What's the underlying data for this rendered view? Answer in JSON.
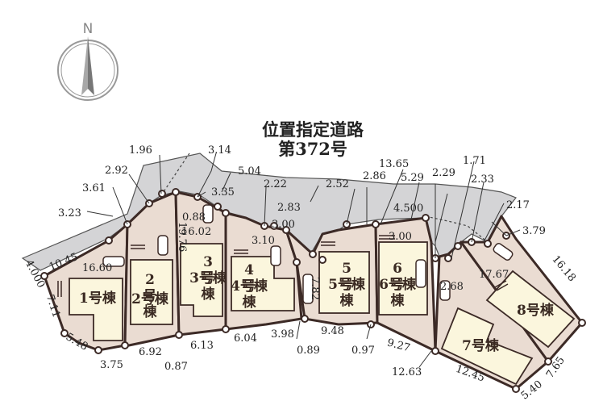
{
  "compass": {
    "label": "N"
  },
  "road": {
    "title_line1": "位置指定道路",
    "title_line2": "第372号"
  },
  "lots": [
    "1号棟",
    "2号棟",
    "3号棟",
    "4号棟",
    "5号棟",
    "6号棟",
    "7号棟",
    "8号棟"
  ],
  "dimensions": {
    "d_1_96": "1.96",
    "d_3_14": "3.14",
    "d_2_92": "2.92",
    "d_5_04": "5.04",
    "d_13_65": "13.65",
    "d_1_71": "1.71",
    "d_3_61": "3.61",
    "d_19_76": "19.76",
    "d_3_35": "3.35",
    "d_2_22": "2.22",
    "d_2_52": "2.52",
    "d_2_86": "2.86",
    "d_5_29": "5.29",
    "d_2_29": "2.29",
    "d_2_33": "2.33",
    "d_3_23": "3.23",
    "d_0_88": "0.88",
    "d_2_83": "2.83",
    "d_4_500": "4.500",
    "d_2_17": "2.17",
    "d_16_02": "16.02",
    "d_3_00a": "3.00",
    "d_3_00b": "3.00",
    "d_3_79": "3.79",
    "d_10_45": "10.45",
    "d_3_10": "3.10",
    "d_16_60": "16.60",
    "d_17_67": "17.67",
    "d_16_18": "16.18",
    "d_4_000": "4.000",
    "d_7_82": "7.82",
    "d_2_68": "2.68",
    "d_7_11": "7.11",
    "d_9_48": "9.48",
    "d_6_04": "6.04",
    "d_3_98": "3.98",
    "d_5_48": "5.48",
    "d_6_92": "6.92",
    "d_6_13": "6.13",
    "d_0_89": "0.89",
    "d_0_97": "0.97",
    "d_9_27": "9.27",
    "d_7_65": "7.65",
    "d_3_75": "3.75",
    "d_0_87": "0.87",
    "d_12_63": "12.63",
    "d_12_45": "12.45",
    "d_5_40": "5.40"
  }
}
